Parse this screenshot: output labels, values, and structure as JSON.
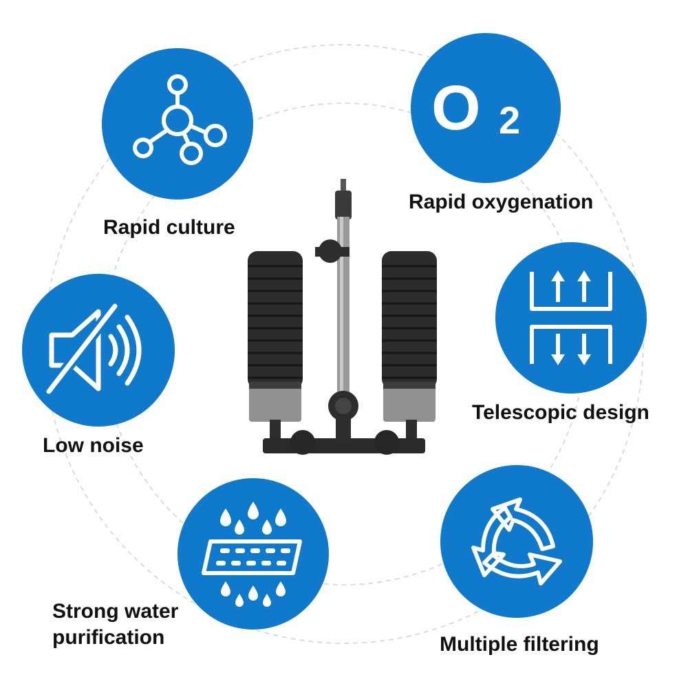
{
  "colors": {
    "badge_blue": "#0f79cc",
    "icon_white": "#ffffff",
    "ring_dash": "#c9d6e2",
    "label_text": "#111111",
    "sponge": "#2e2e2e",
    "tube": "#8a8a8a"
  },
  "center_product": {
    "icon": "double-sponge-filter"
  },
  "features": [
    {
      "icon": "molecule-icon",
      "label_lines": [
        "Rapid culture"
      ]
    },
    {
      "icon": "o2-icon",
      "icon_text": {
        "main": "O",
        "sub": "2"
      },
      "label_lines": [
        "Rapid oxygenation"
      ]
    },
    {
      "icon": "mute-speaker-icon",
      "label_lines": [
        "Low noise"
      ]
    },
    {
      "icon": "telescopic-arrows-icon",
      "label_lines": [
        "Telescopic design"
      ]
    },
    {
      "icon": "water-purification-icon",
      "label_lines": [
        "Strong water",
        "purification"
      ]
    },
    {
      "icon": "recycle-arrows-icon",
      "label_lines": [
        "Multiple filtering"
      ]
    }
  ]
}
